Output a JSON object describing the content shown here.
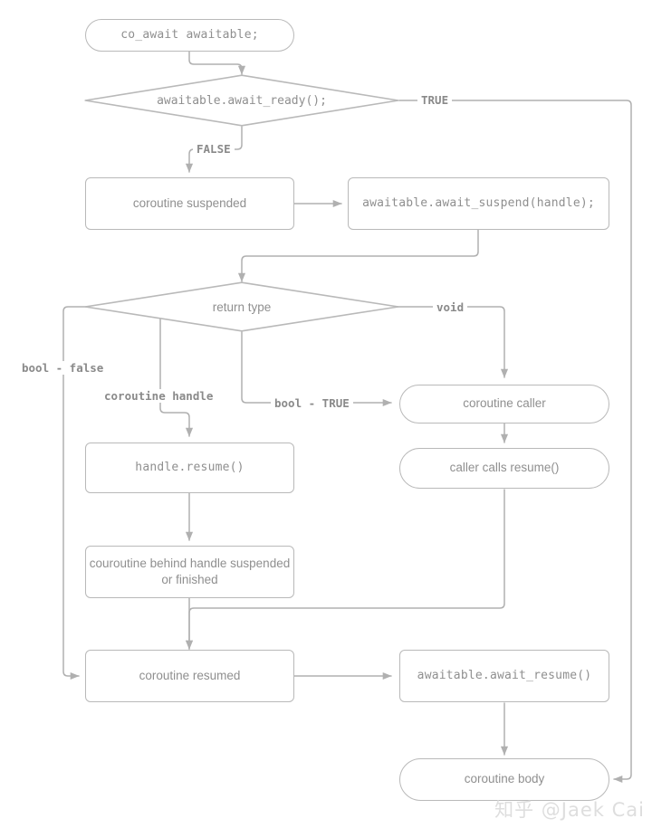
{
  "diagram": {
    "title": "co_await awaitable flowchart",
    "colors": {
      "stroke": "#b9b9b9",
      "edge": "#b0b0b0",
      "text": "#8f8f8f",
      "label": "#8a8a8a",
      "background": "#ffffff",
      "watermark": "#dedede"
    },
    "nodes": {
      "co_await": "co_await awaitable;",
      "await_ready": "awaitable.await_ready();",
      "coroutine_suspended": "coroutine suspended",
      "await_suspend": "awaitable.await_suspend(handle);",
      "return_type": "return type",
      "coroutine_caller": "coroutine caller",
      "caller_calls_resume": "caller calls resume()",
      "handle_resume": "handle.resume()",
      "behind_handle": "couroutine behind handle suspended\nor finished",
      "behind_handle_line1": "couroutine behind handle suspended",
      "behind_handle_line2": "or finished",
      "coroutine_resumed": "coroutine resumed",
      "await_resume": "awaitable.await_resume()",
      "coroutine_body": "coroutine body"
    },
    "edge_labels": {
      "true": "TRUE",
      "false": "FALSE",
      "bool_false": "bool - false",
      "coroutine_handle": "coroutine handle",
      "bool_true": "bool - TRUE",
      "void": "void"
    },
    "watermark": "知乎 @Jaek Cai"
  }
}
